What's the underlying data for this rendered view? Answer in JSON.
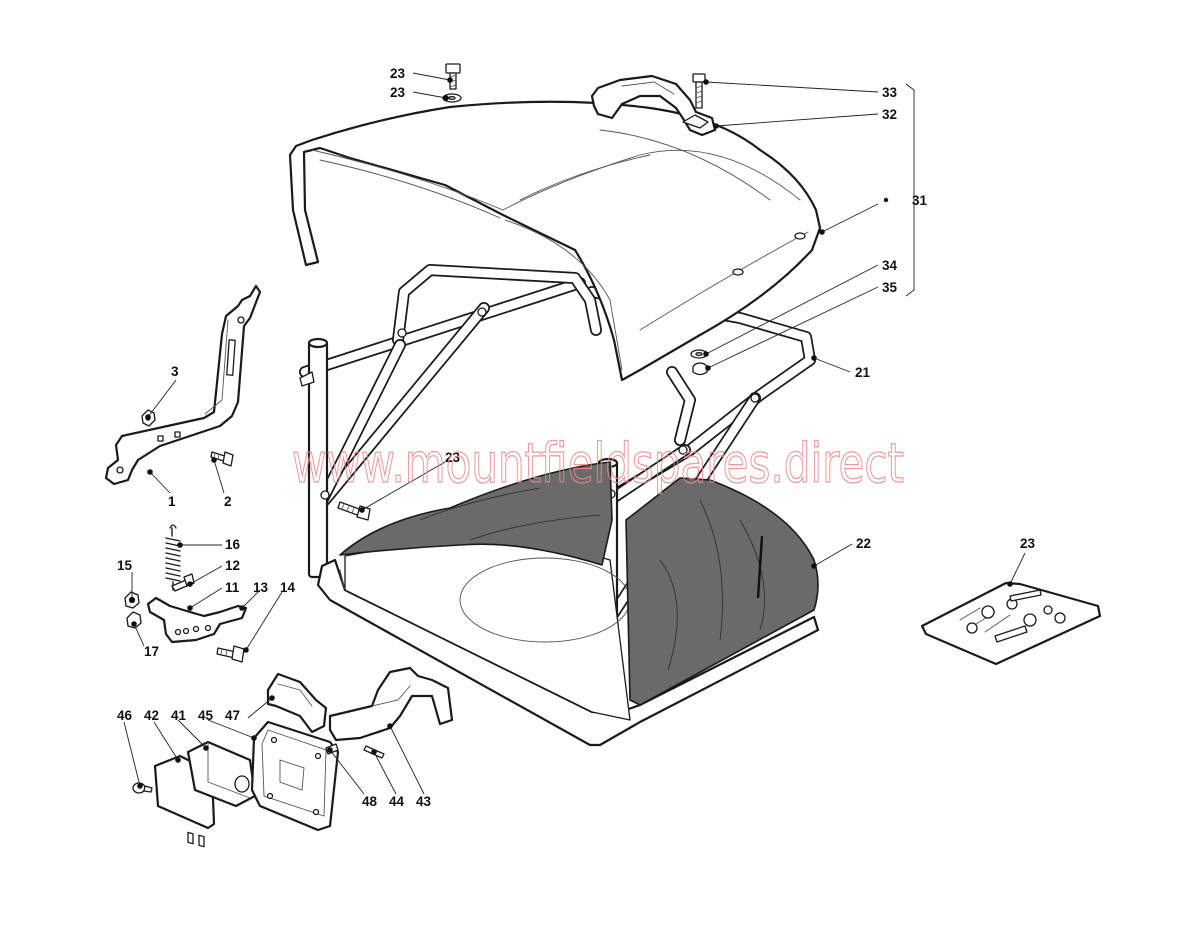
{
  "watermark": "www.mountfieldspares.direct",
  "callouts": [
    {
      "id": "c-23-bolt",
      "text": "23"
    },
    {
      "id": "c-23-washer",
      "text": "23"
    },
    {
      "id": "c-33",
      "text": "33"
    },
    {
      "id": "c-32",
      "text": "32"
    },
    {
      "id": "c-31",
      "text": "31"
    },
    {
      "id": "c-34",
      "text": "34"
    },
    {
      "id": "c-35",
      "text": "35"
    },
    {
      "id": "c-21",
      "text": "21"
    },
    {
      "id": "c-3",
      "text": "3"
    },
    {
      "id": "c-1",
      "text": "1"
    },
    {
      "id": "c-2",
      "text": "2"
    },
    {
      "id": "c-23-frame",
      "text": "23"
    },
    {
      "id": "c-16",
      "text": "16"
    },
    {
      "id": "c-15",
      "text": "15"
    },
    {
      "id": "c-12",
      "text": "12"
    },
    {
      "id": "c-11",
      "text": "11"
    },
    {
      "id": "c-13",
      "text": "13"
    },
    {
      "id": "c-14",
      "text": "14"
    },
    {
      "id": "c-17",
      "text": "17"
    },
    {
      "id": "c-22",
      "text": "22"
    },
    {
      "id": "c-23-kit",
      "text": "23"
    },
    {
      "id": "c-46",
      "text": "46"
    },
    {
      "id": "c-42",
      "text": "42"
    },
    {
      "id": "c-41",
      "text": "41"
    },
    {
      "id": "c-45",
      "text": "45"
    },
    {
      "id": "c-47",
      "text": "47"
    },
    {
      "id": "c-48",
      "text": "48"
    },
    {
      "id": "c-44",
      "text": "44"
    },
    {
      "id": "c-43",
      "text": "43"
    }
  ]
}
